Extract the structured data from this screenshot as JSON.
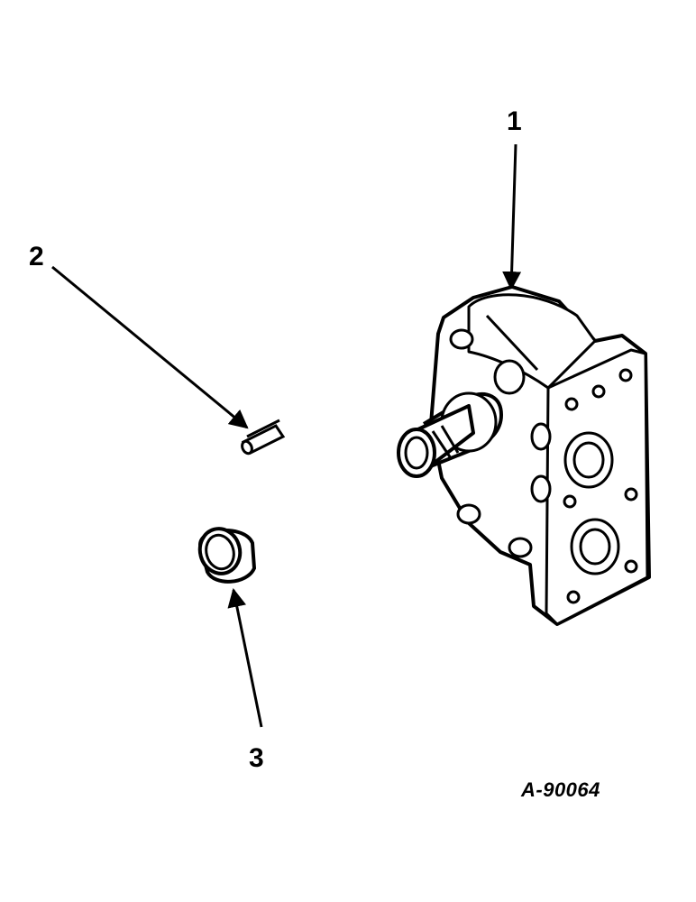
{
  "callouts": [
    {
      "number": "1",
      "part": "pump-assembly"
    },
    {
      "number": "2",
      "part": "key"
    },
    {
      "number": "3",
      "part": "seal-ring"
    }
  ],
  "figure_code": "A-90064",
  "colors": {
    "ink": "#000000",
    "paper": "#ffffff"
  }
}
